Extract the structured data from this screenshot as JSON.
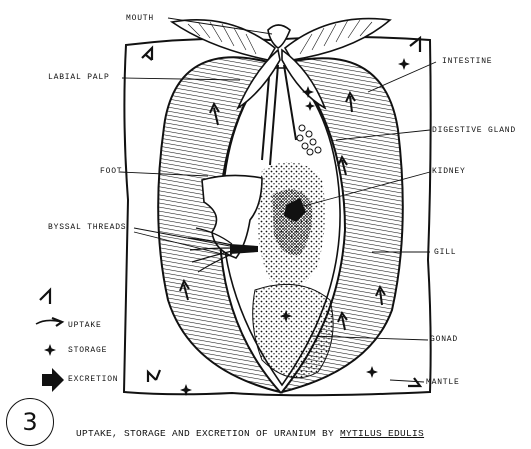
{
  "labels": {
    "mouth": "MOUTH",
    "labial_palp": "LABIAL PALP",
    "intestine": "INTESTINE",
    "digestive_gland": "DIGESTIVE GLAND",
    "foot": "FOOT",
    "kidney": "KIDNEY",
    "byssal_threads": "BYSSAL THREADS",
    "gill": "GILL",
    "gonad": "GONAD",
    "mantle": "MANTLE"
  },
  "legend": {
    "uptake": "UPTAKE",
    "storage": "STORAGE",
    "excretion": "EXCRETION"
  },
  "figure_number": "3",
  "caption": {
    "text": "UPTAKE, STORAGE AND EXCRETION OF URANIUM BY ",
    "species": "MYTILUS EDULIS"
  },
  "icons": [
    "uptake-arrow-icon",
    "storage-star-icon",
    "excretion-arrow-icon"
  ],
  "colors": {
    "ink": "#111111",
    "background": "#ffffff"
  }
}
